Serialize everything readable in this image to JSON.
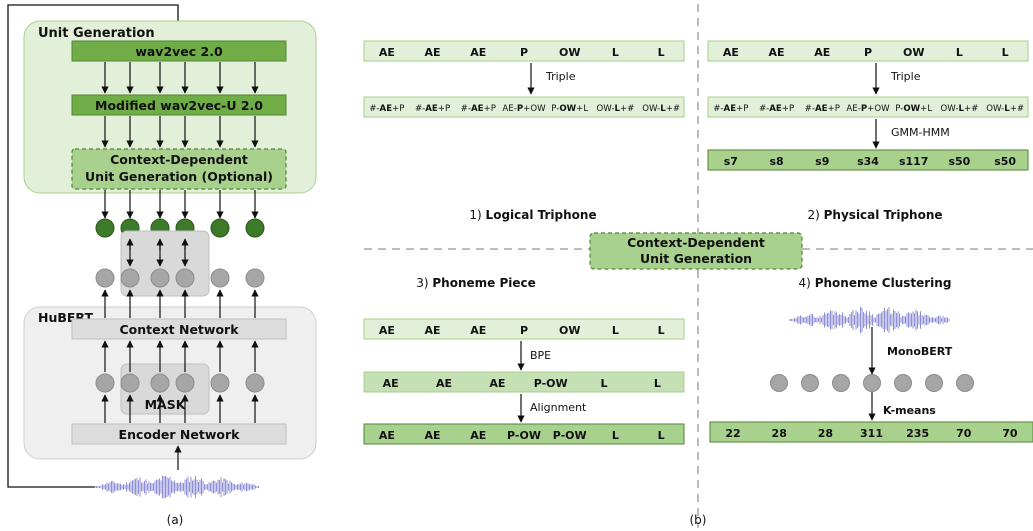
{
  "panel_a": {
    "unit_generation_title": "Unit Generation",
    "wav2vec": "wav2vec 2.0",
    "modified_wav2vec": "Modified wav2vec-U 2.0",
    "context_dependent_line1": "Context-Dependent",
    "context_dependent_line2": "Unit Generation (Optional)",
    "hubert_title": "HuBERT",
    "context_network": "Context Network",
    "mask": "MASK",
    "encoder_network": "Encoder Network",
    "caption": "(a)"
  },
  "panel_b": {
    "caption": "(b)",
    "center_box_line1": "Context-Dependent",
    "center_box_line2": "Unit Generation",
    "logical": {
      "title_num": "1)",
      "title": "Logical Triphone",
      "phonemes": [
        "AE",
        "AE",
        "AE",
        "P",
        "OW",
        "L",
        "L"
      ],
      "step": "Triple",
      "triphones": [
        [
          "#-",
          "AE",
          "+P"
        ],
        [
          "#-",
          "AE",
          "+P"
        ],
        [
          "#-",
          "AE",
          "+P"
        ],
        [
          "AE-",
          "P",
          "+OW"
        ],
        [
          "P-",
          "OW",
          "+L"
        ],
        [
          "OW-",
          "L",
          "+#"
        ],
        [
          "OW-",
          "L",
          "+#"
        ]
      ]
    },
    "physical": {
      "title_num": "2)",
      "title": "Physical Triphone",
      "phonemes": [
        "AE",
        "AE",
        "AE",
        "P",
        "OW",
        "L",
        "L"
      ],
      "step1": "Triple",
      "triphones": [
        [
          "#-",
          "AE",
          "+P"
        ],
        [
          "#-",
          "AE",
          "+P"
        ],
        [
          "#-",
          "AE",
          "+P"
        ],
        [
          "AE-",
          "P",
          "+OW"
        ],
        [
          "P-",
          "OW",
          "+L"
        ],
        [
          "OW-",
          "L",
          "+#"
        ],
        [
          "OW-",
          "L",
          "+#"
        ]
      ],
      "step2": "GMM-HMM",
      "states": [
        "s7",
        "s8",
        "s9",
        "s34",
        "s117",
        "s50",
        "s50"
      ]
    },
    "piece": {
      "title_num": "3)",
      "title": "Phoneme Piece",
      "phonemes": [
        "AE",
        "AE",
        "AE",
        "P",
        "OW",
        "L",
        "L"
      ],
      "step1": "BPE",
      "bpe": [
        "AE",
        "AE",
        "AE",
        "P-OW",
        "L",
        "L"
      ],
      "step2": "Alignment",
      "aligned": [
        "AE",
        "AE",
        "AE",
        "P-OW",
        "P-OW",
        "L",
        "L"
      ]
    },
    "clustering": {
      "title_num": "4)",
      "title": "Phoneme Clustering",
      "model": "MonoBERT",
      "step": "K-means",
      "clusters": [
        "22",
        "28",
        "28",
        "311",
        "235",
        "70",
        "70"
      ]
    }
  },
  "colors": {
    "light_green": "#e2f0d9",
    "mid_green": "#a9d18e",
    "dark_green": "#548235",
    "dark_dot": "#3d7a2a",
    "grey_box": "#ececec",
    "grey_dot": "#a6a6a6",
    "wave": "#8f8fd8"
  }
}
